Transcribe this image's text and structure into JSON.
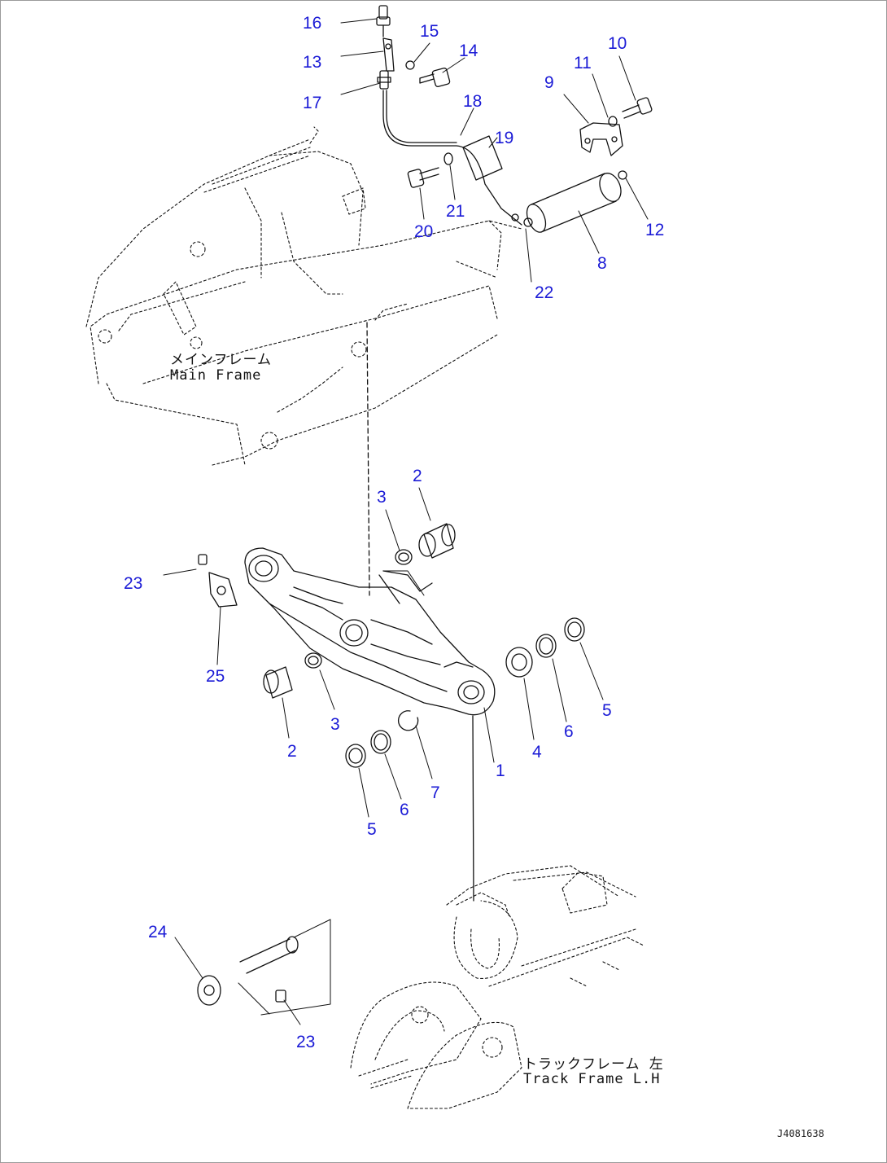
{
  "diagram": {
    "callouts": [
      "16",
      "15",
      "13",
      "14",
      "10",
      "11",
      "9",
      "17",
      "18",
      "19",
      "21",
      "20",
      "12",
      "8",
      "22",
      "2",
      "3",
      "23",
      "25",
      "3",
      "2",
      "4",
      "6",
      "5",
      "7",
      "1",
      "6",
      "5",
      "24",
      "23"
    ],
    "labels": {
      "main_frame_jp": "メインフレーム",
      "main_frame_en": "Main Frame",
      "track_frame_jp": "トラックフレーム 左",
      "track_frame_en": "Track Frame L.H"
    },
    "drawing_code": "J4081638",
    "colors": {
      "callout": "#1b1bd6",
      "line": "#111111",
      "border": "#9a9a9a"
    }
  }
}
